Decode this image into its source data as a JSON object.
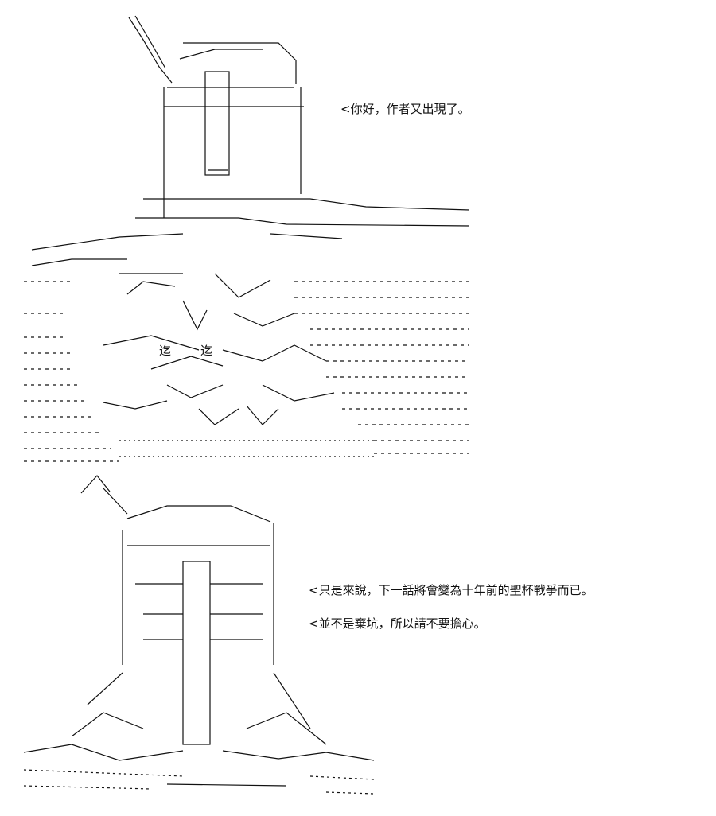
{
  "dialogue": {
    "line_1": "<你好，作者又出現了。",
    "line_2": "<只是來說，下一話將會變為十年前的聖杯戰爭而已。",
    "line_3": "<並不是棄坑，所以請不要擔心。"
  },
  "top_figure": {
    "art_left": "迄",
    "art_right": "迄"
  }
}
